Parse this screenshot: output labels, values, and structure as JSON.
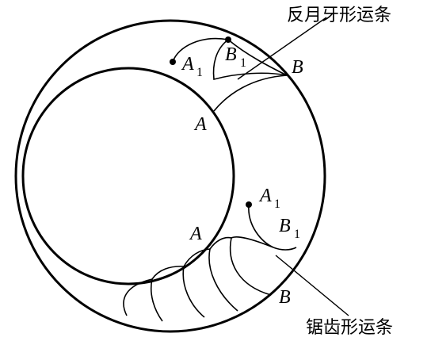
{
  "labels": {
    "crescent_caption": "反月牙形运条",
    "sawtooth_caption": "锯齿形运条",
    "point_a": "A",
    "point_b": "B",
    "sub_1": "1"
  }
}
